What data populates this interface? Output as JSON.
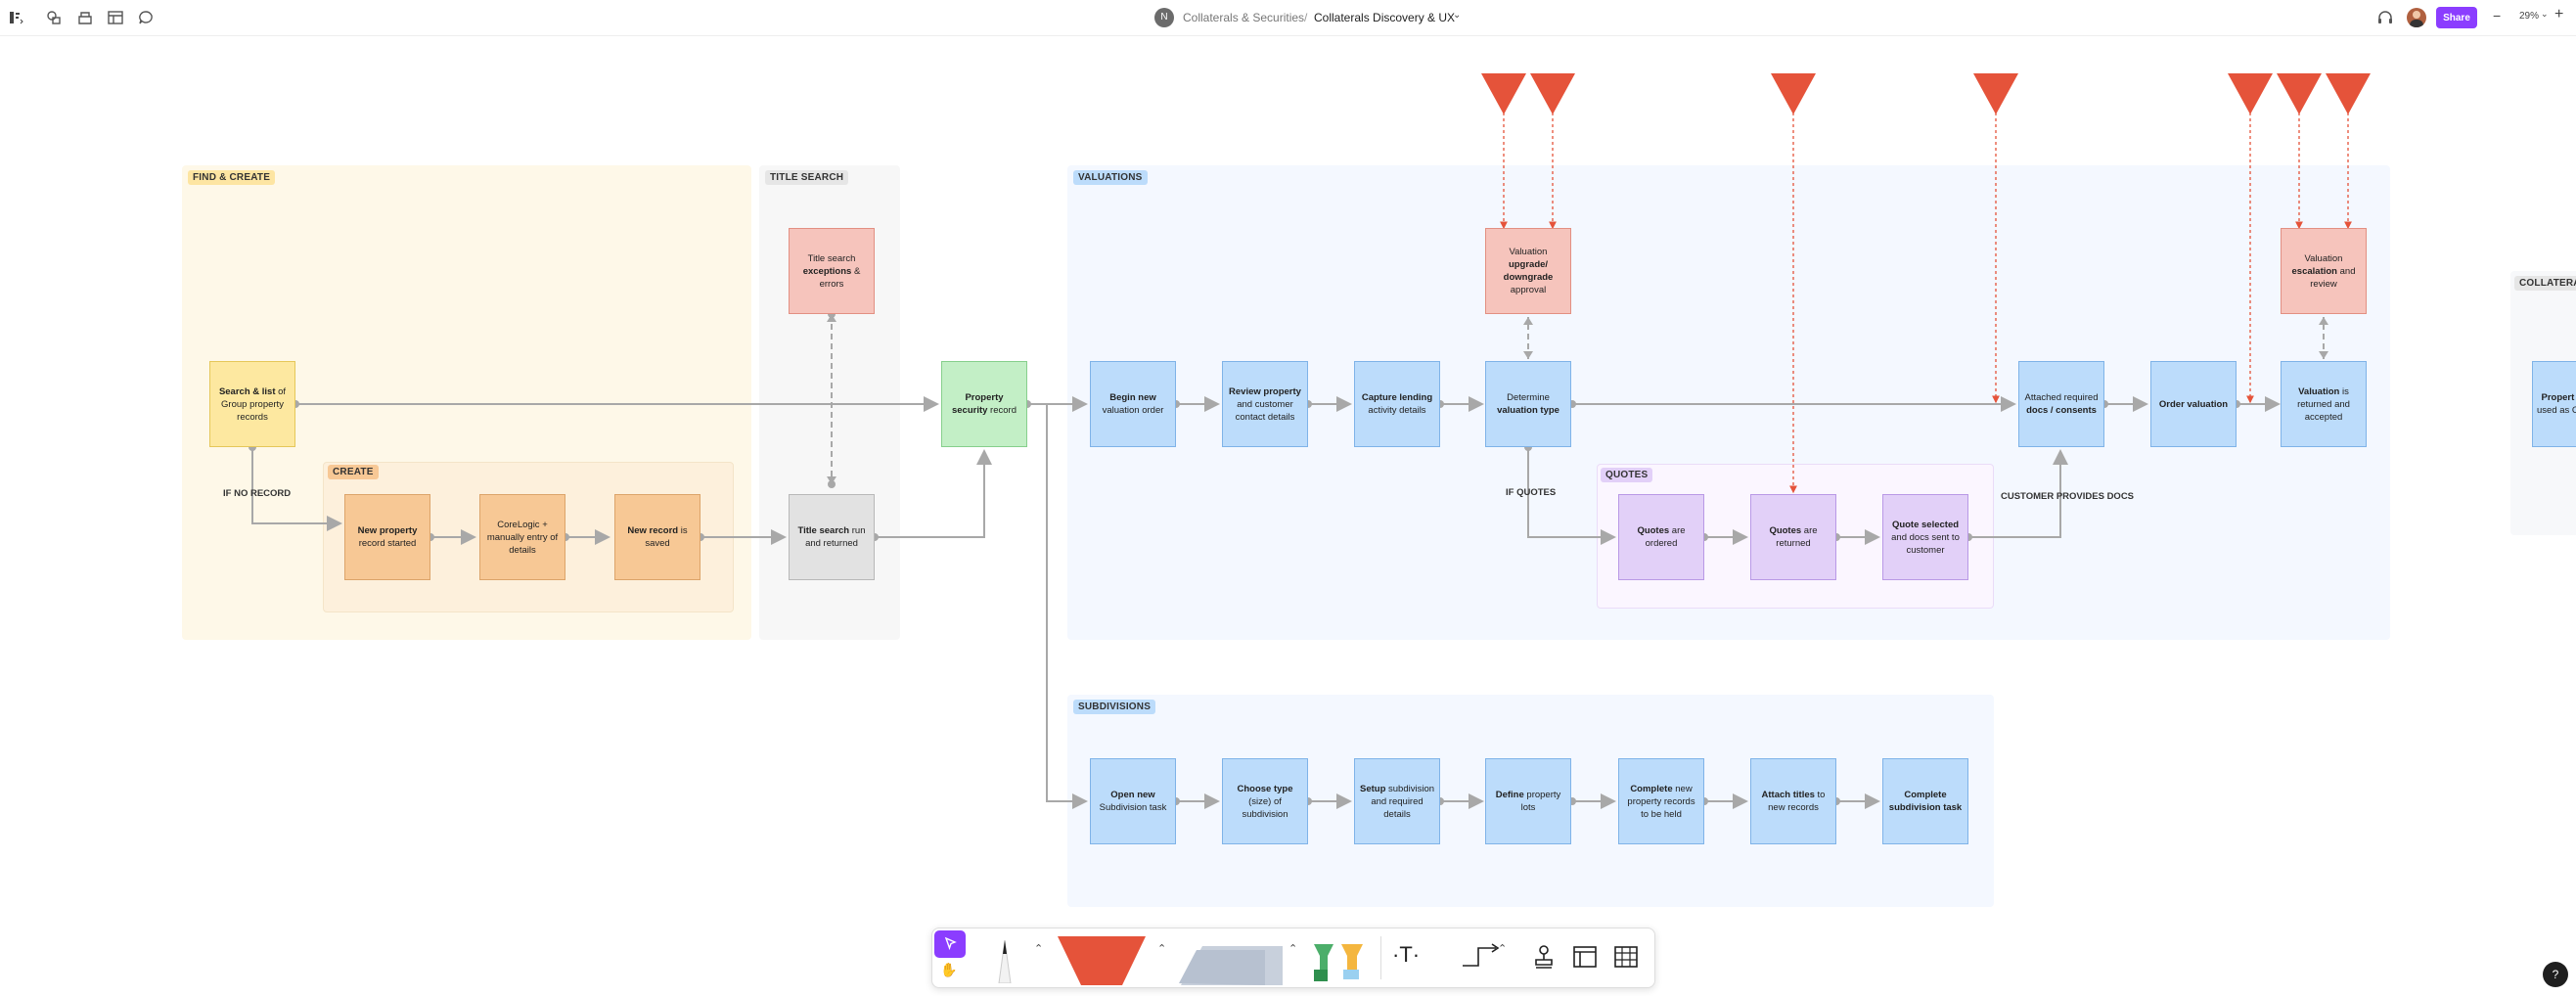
{
  "topbar": {
    "avatar_initial": "N",
    "breadcrumb_parent": "Collaterals & Securities",
    "separator": "/",
    "file_name": "Collaterals Discovery & UX",
    "share_label": "Share",
    "zoom": "29%"
  },
  "sections": {
    "find_create": "FIND & CREATE",
    "create": "CREATE",
    "title_search": "TITLE SEARCH",
    "valuations": "VALUATIONS",
    "quotes": "QUOTES",
    "subdivisions": "SUBDIVISIONS",
    "collateral": "COLLATERAL"
  },
  "nodes": {
    "search_list": [
      "Search & list",
      " of Group property records"
    ],
    "new_property": [
      "New property",
      " record started"
    ],
    "corelogic": [
      "",
      "CoreLogic + manually entry of details"
    ],
    "new_record": [
      "New record",
      " is saved"
    ],
    "title_exceptions": [
      "Title search ",
      "exceptions",
      " & errors"
    ],
    "title_search": [
      "Title search",
      " run and returned"
    ],
    "property_security": [
      "Property security",
      " record"
    ],
    "begin_valuation": [
      "Begin new",
      " valuation order"
    ],
    "review_property": [
      "Review property",
      " and customer contact details"
    ],
    "capture_lending": [
      "Capture lending",
      " activity details"
    ],
    "valuation_upgrade": [
      "Valuation ",
      "upgrade/ downgrade",
      " approval"
    ],
    "determine_valuation": [
      "Determine ",
      "valuation type"
    ],
    "attached_docs": [
      "Attached required ",
      "docs / consents"
    ],
    "order_valuation": [
      "Order valuation",
      ""
    ],
    "valuation_escalation": [
      "Valuation ",
      "escalation",
      " and review"
    ],
    "valuation_returned": [
      "Valuation",
      " is returned and accepted"
    ],
    "quotes_ordered": [
      "Quotes",
      " are ordered"
    ],
    "quotes_returned": [
      "Quotes",
      " are returned"
    ],
    "quote_selected": [
      "Quote selected",
      " and docs sent to customer"
    ],
    "property_used": [
      "Propert",
      " used as C"
    ],
    "open_subdivision": [
      "Open new",
      " Subdivision task"
    ],
    "choose_type": [
      "Choose type",
      " (size) of subdivision"
    ],
    "setup_subdivision": [
      "Setup",
      " subdivision and required details"
    ],
    "define_lots": [
      "Define",
      " property lots"
    ],
    "complete_records": [
      "Complete",
      " new property records to be held"
    ],
    "attach_titles": [
      "Attach titles",
      " to new records"
    ],
    "complete_subdivision": [
      "Complete subdivision task",
      ""
    ]
  },
  "notes": {
    "if_no_record": "IF NO RECORD",
    "if_quotes": "IF QUOTES",
    "customer_docs": "CUSTOMER PROVIDES DOCS"
  },
  "colors": {
    "accent": "#8b3dff",
    "marker": "#e5533a",
    "connector": "#a8a8a8"
  },
  "help": "?"
}
